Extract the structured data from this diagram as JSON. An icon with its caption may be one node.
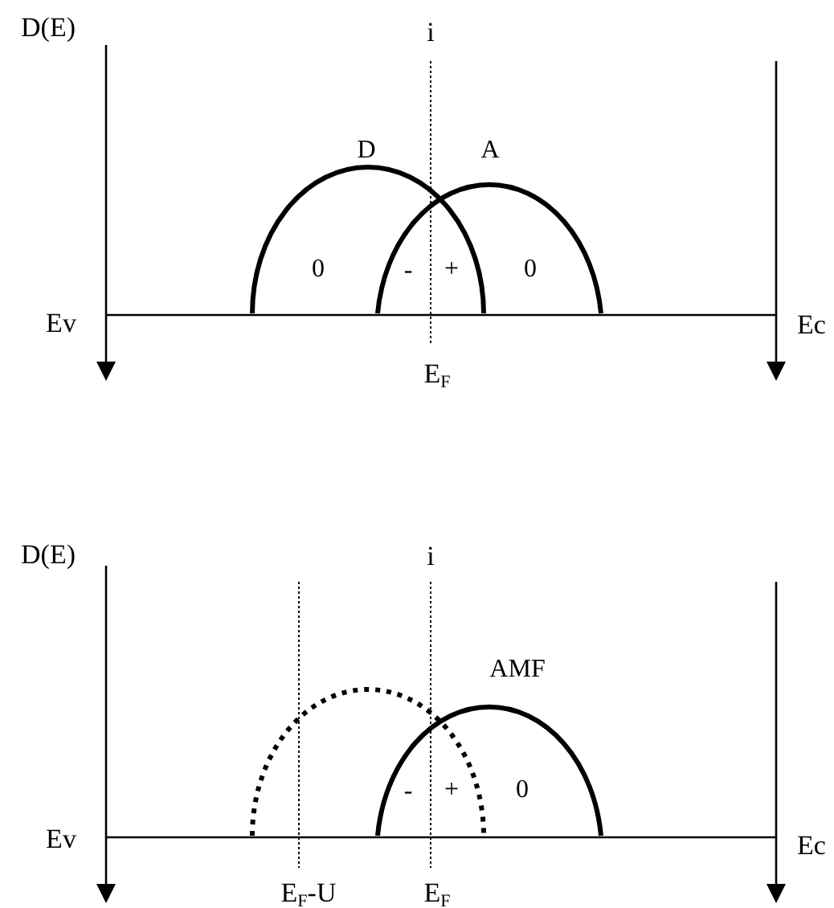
{
  "diagram": {
    "labels": [
      "D(E)",
      "i",
      "D",
      "A",
      "0",
      "-",
      "+",
      "0",
      "Ev",
      "Ec",
      "E$_{F}$",
      "D(E)",
      "i",
      "AMF",
      "-",
      "+",
      "0",
      "Ev",
      "Ec",
      "E$_{F}$-U",
      "E$_{F}$"
    ]
  }
}
